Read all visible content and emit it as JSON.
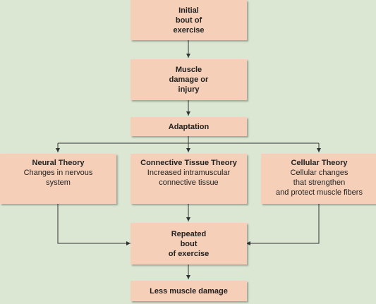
{
  "nodes": {
    "initial": {
      "lines": [
        "Initial",
        "bout of",
        "exercise"
      ]
    },
    "damage": {
      "lines": [
        "Muscle",
        "damage or",
        "injury"
      ]
    },
    "adaptation": {
      "lines": [
        "Adaptation"
      ]
    },
    "neural": {
      "title": "Neural Theory",
      "desc": [
        "Changes in nervous",
        "system"
      ]
    },
    "connective": {
      "title": "Connective Tissue Theory",
      "desc": [
        "Increased intramuscular",
        "connective tissue"
      ]
    },
    "cellular": {
      "title": "Cellular Theory",
      "desc": [
        "Cellular changes",
        "that strengthen",
        "and protect muscle fibers"
      ]
    },
    "repeated": {
      "lines": [
        "Repeated",
        "bout",
        "of exercise"
      ]
    },
    "less": {
      "lines": [
        "Less muscle damage"
      ]
    }
  },
  "colors": {
    "box": "#f6cfb8",
    "background": "#dbe7d3",
    "arrow": "#333333"
  }
}
